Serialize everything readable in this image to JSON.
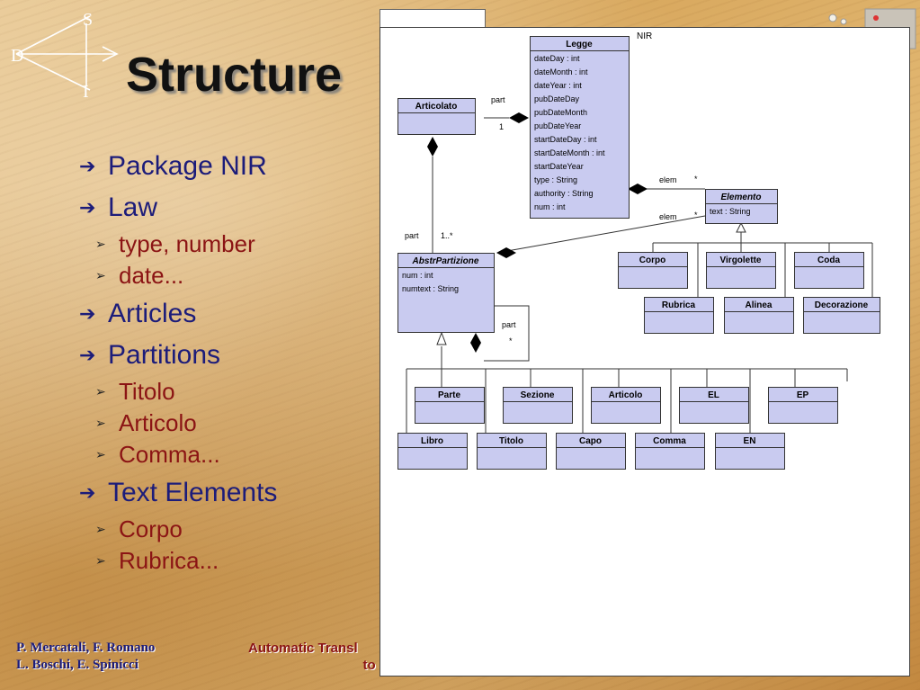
{
  "slide": {
    "title": "Structure",
    "logo_letters": {
      "top": "S",
      "left": "D",
      "bottom": "I"
    },
    "bullets": [
      {
        "label": "Package NIR",
        "children": []
      },
      {
        "label": "Law",
        "children": [
          "type, number",
          "date..."
        ]
      },
      {
        "label": "Articles",
        "children": []
      },
      {
        "label": "Partitions",
        "children": [
          "Titolo",
          "Articolo",
          "Comma..."
        ]
      },
      {
        "label": "Text Elements",
        "children": [
          "Corpo",
          "Rubrica..."
        ]
      }
    ],
    "bullet_glyph": "➔",
    "sub_glyph": "➢",
    "footer": {
      "authors": [
        "P. Mercatali, F. Romano",
        "L. Boschi, E. Spinicci"
      ],
      "title_visible": [
        "Automatic Transl",
        "to l"
      ]
    }
  },
  "colors": {
    "bullet_text": "#1c1c7a",
    "sub_text": "#8b1414",
    "class_fill": "#c9cbf0",
    "class_stroke": "#333333"
  },
  "diagram": {
    "package_label": "NIR",
    "classes": {
      "legge": {
        "name": "Legge",
        "attributes": [
          "dateDay : int",
          "dateMonth : int",
          "dateYear : int",
          "pubDateDay",
          "pubDateMonth",
          "pubDateYear",
          "startDateDay : int",
          "startDateMonth : int",
          "startDateYear",
          "type : String",
          "authority : String",
          "num : int"
        ]
      },
      "articolato": {
        "name": "Articolato",
        "attributes": []
      },
      "elemento": {
        "name": "Elemento",
        "attributes": [
          "text : String"
        ]
      },
      "abstrpartizione": {
        "name": "AbstrPartizione",
        "attributes": [
          "num : int",
          "numtext : String"
        ]
      },
      "corpo": {
        "name": "Corpo",
        "attributes": []
      },
      "virgolette": {
        "name": "Virgolette",
        "attributes": []
      },
      "coda": {
        "name": "Coda",
        "attributes": []
      },
      "rubrica": {
        "name": "Rubrica",
        "attributes": []
      },
      "alinea": {
        "name": "Alinea",
        "attributes": []
      },
      "decorazione": {
        "name": "Decorazione",
        "attributes": []
      },
      "parte": {
        "name": "Parte",
        "attributes": []
      },
      "sezione": {
        "name": "Sezione",
        "attributes": []
      },
      "articolo": {
        "name": "Articolo",
        "attributes": []
      },
      "el": {
        "name": "EL",
        "attributes": []
      },
      "ep": {
        "name": "EP",
        "attributes": []
      },
      "libro": {
        "name": "Libro",
        "attributes": []
      },
      "titolo": {
        "name": "Titolo",
        "attributes": []
      },
      "capo": {
        "name": "Capo",
        "attributes": []
      },
      "comma": {
        "name": "Comma",
        "attributes": []
      },
      "en": {
        "name": "EN",
        "attributes": []
      }
    },
    "labels": {
      "part_articolato_legge": "part",
      "mult_one": "1",
      "elem_legge": "elem",
      "elem_legge_mult": "*",
      "elem_abstr": "elem",
      "elem_abstr_mult": "*",
      "part_abstr": "part",
      "part_abstr_mult": "1..*",
      "self_part": "part",
      "self_part_mult": "*"
    }
  }
}
